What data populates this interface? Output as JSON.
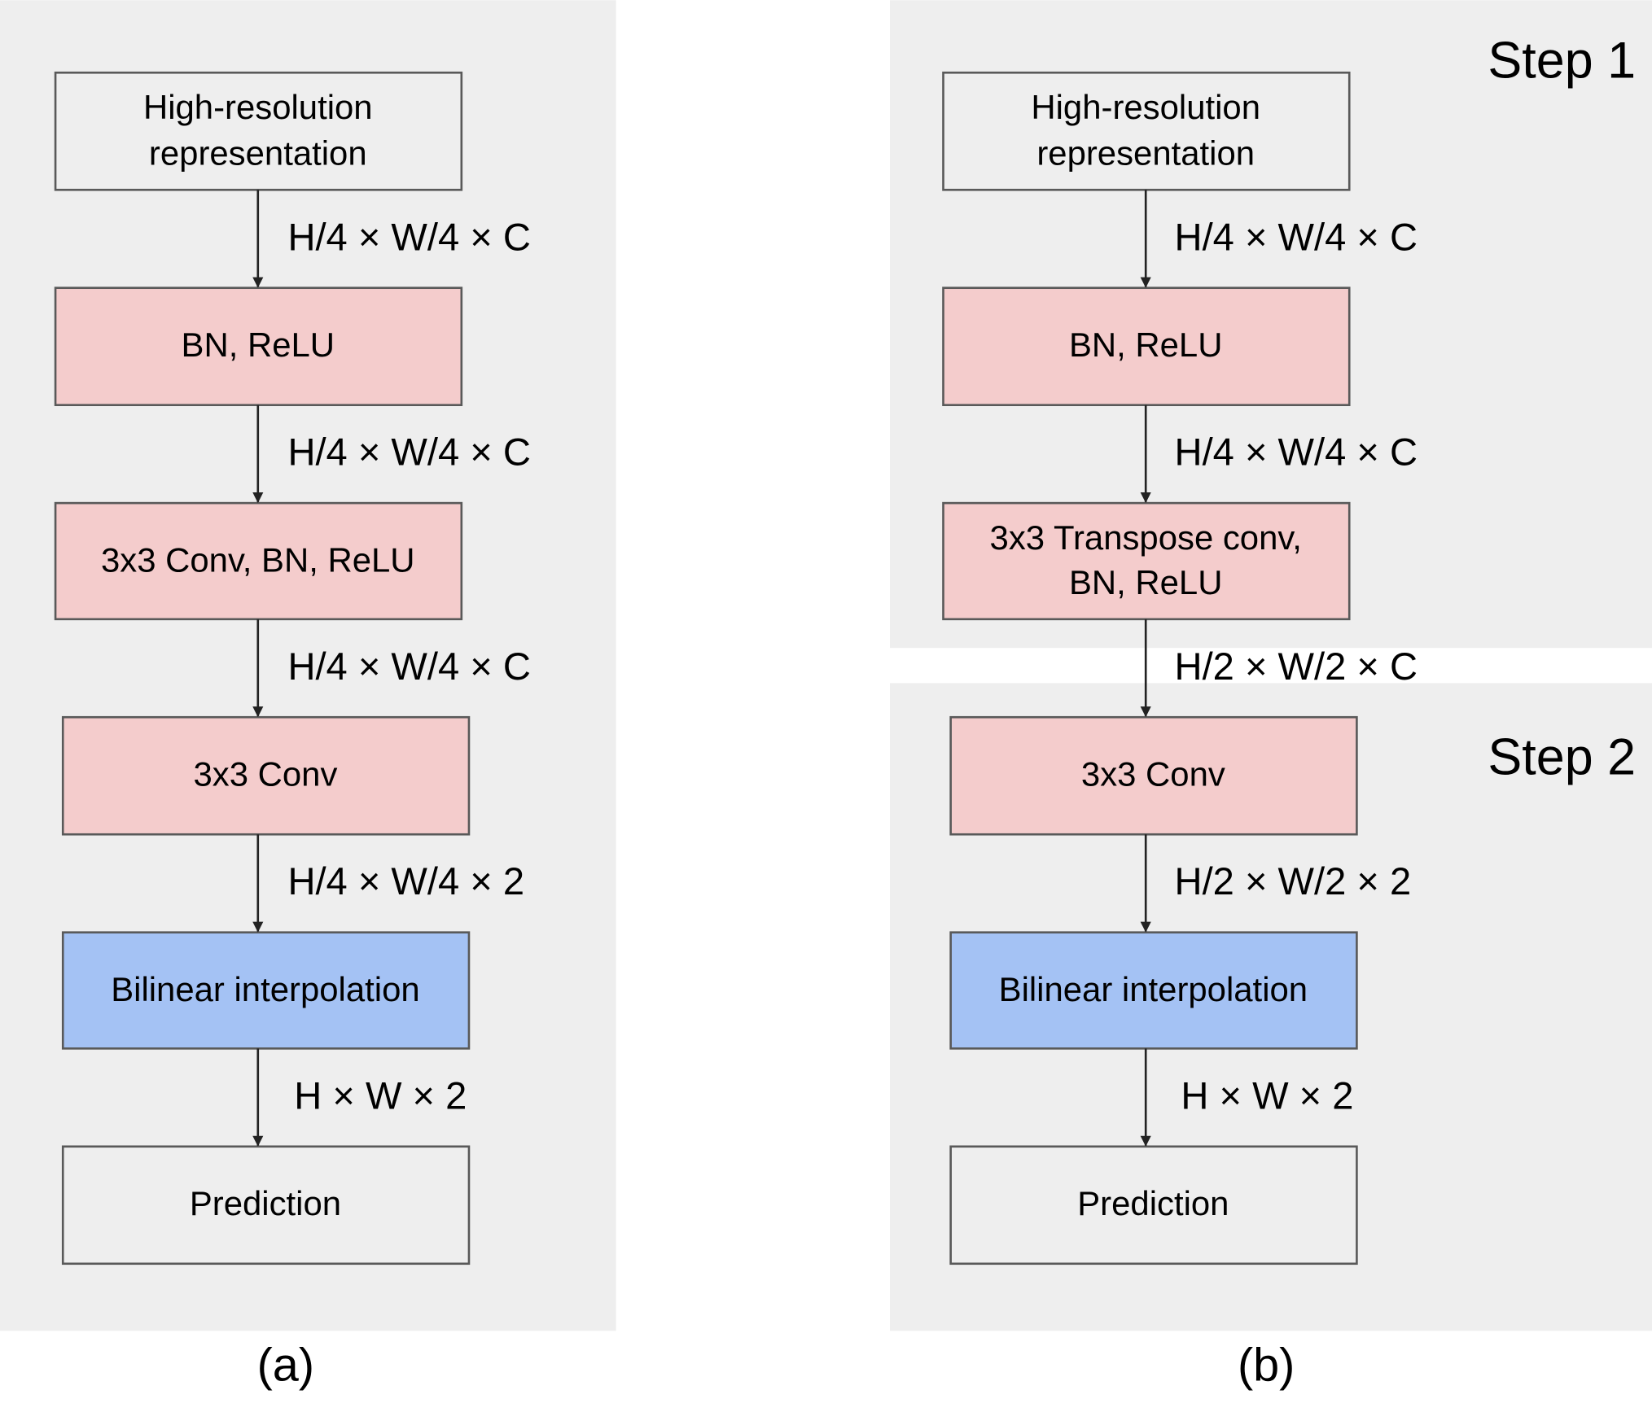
{
  "panel_a": {
    "caption": "(a)",
    "boxes": [
      {
        "line1": "High-resolution",
        "line2": "representation",
        "color": "#eeeeee"
      },
      {
        "line1": "BN, ReLU",
        "color": "#f4cccc"
      },
      {
        "line1": "3x3 Conv, BN, ReLU",
        "color": "#f4cccc"
      },
      {
        "line1": "3x3 Conv",
        "color": "#f4cccc"
      },
      {
        "line1": "Bilinear interpolation",
        "color": "#a4c2f4"
      },
      {
        "line1": "Prediction",
        "color": "#eeeeee"
      }
    ],
    "edges": [
      "H/4 × W/4 × C",
      "H/4 × W/4 × C",
      "H/4 × W/4 × C",
      "H/4 × W/4 × 2",
      "H × W × 2"
    ]
  },
  "panel_b": {
    "caption": "(b)",
    "step1": "Step 1",
    "step2": "Step 2",
    "boxes": [
      {
        "line1": "High-resolution",
        "line2": "representation",
        "color": "#eeeeee"
      },
      {
        "line1": "BN, ReLU",
        "color": "#f4cccc"
      },
      {
        "line1": "3x3 Transpose conv,",
        "line2": "BN, ReLU",
        "color": "#f4cccc"
      },
      {
        "line1": "3x3 Conv",
        "color": "#f4cccc"
      },
      {
        "line1": "Bilinear interpolation",
        "color": "#a4c2f4"
      },
      {
        "line1": "Prediction",
        "color": "#eeeeee"
      }
    ],
    "edges": [
      "H/4 × W/4 × C",
      "H/4 × W/4 × C",
      "H/2 × W/2 × C",
      "H/2 × W/2 × 2",
      "H × W × 2"
    ]
  }
}
